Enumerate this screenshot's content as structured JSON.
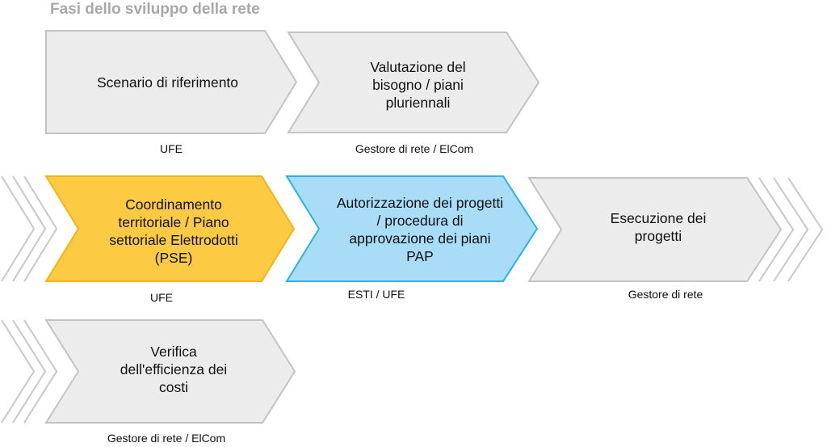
{
  "title": "Fasi dello sviluppo della rete",
  "colors": {
    "gray_fill": "#ececec",
    "gray_stroke": "#c3c3c3",
    "yellow_fill": "#fdca43",
    "yellow_stroke": "#f2b318",
    "blue_fill": "#a9dcf7",
    "blue_stroke": "#2ab1e8",
    "chevron_stroke": "#c8c8c8"
  },
  "steps": [
    {
      "label": "Scenario di riferimento",
      "owner": "UFE",
      "color": "gray"
    },
    {
      "label": "Valutazione del\nbisogno / piani\npluriennali",
      "owner": "Gestore di rete / ElCom",
      "color": "gray"
    },
    {
      "label": "Coordinamento\nterritoriale / Piano\nsettoriale Elettrodotti\n(PSE)",
      "owner": "UFE",
      "color": "yellow"
    },
    {
      "label": "Autorizzazione dei progetti\n/ procedura di\napprovazione dei piani\nPAP",
      "owner": "ESTI / UFE",
      "color": "blue"
    },
    {
      "label": "Esecuzione dei\nprogetti",
      "owner": "Gestore di rete",
      "color": "gray"
    },
    {
      "label": "Verifica\ndell'efficienza dei\ncosti",
      "owner": "Gestore di rete / ElCom",
      "color": "gray"
    }
  ]
}
